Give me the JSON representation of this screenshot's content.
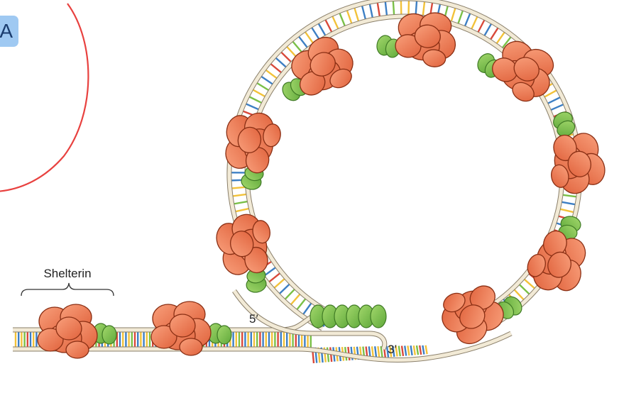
{
  "corner_label": "A",
  "labels": {
    "shelterin": "Shelterin",
    "five_prime": "5′",
    "three_prime": "3′"
  },
  "colors": {
    "protein_orange": "#f07a55",
    "protein_green": "#7cc44e",
    "backbone": "#f2ead6",
    "annotation_red": "#e8413f",
    "badge_blue": "#9fc9f2"
  },
  "rung_colors": [
    "#3d7fc4",
    "#f2c23a",
    "#7ac047",
    "#d9493a",
    "#3d7fc4",
    "#f2c23a"
  ]
}
